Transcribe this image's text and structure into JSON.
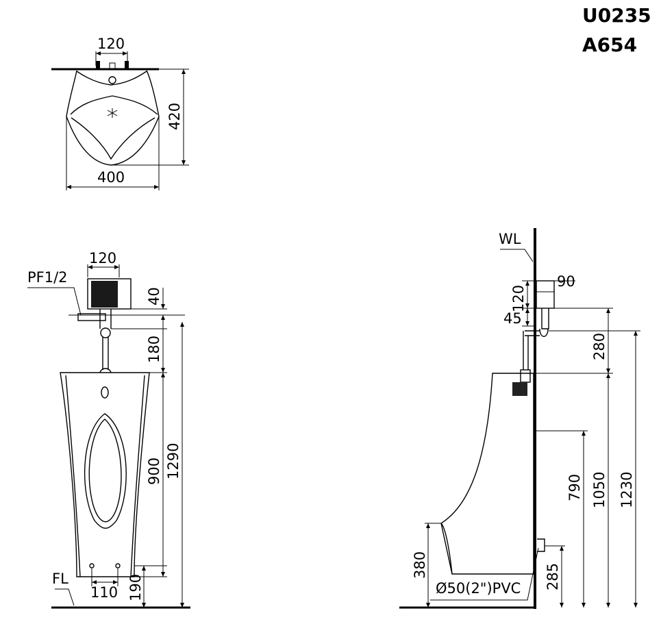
{
  "model": {
    "line1": "U0235",
    "line2": "A654"
  },
  "top_view": {
    "width_top": "120",
    "depth": "420",
    "width": "400"
  },
  "front_view": {
    "valve_width": "120",
    "inlet": "PF1/2",
    "above_inlet": "40",
    "inlet_to_spud": "180",
    "total_height": "1290",
    "body_height": "900",
    "outlet_spacing": "110",
    "floor_to_outlet": "190",
    "floor": "FL"
  },
  "side_view": {
    "wall": "WL",
    "valve_depth": "90",
    "valve_height": "120",
    "valve_offset": "45",
    "inlet_to_rim": "280",
    "rim_line_height": "790",
    "rim_height": "1050",
    "inlet_height": "1230",
    "lip_height": "380",
    "drain_height": "285",
    "drain": "Ø50(2\")PVC"
  }
}
